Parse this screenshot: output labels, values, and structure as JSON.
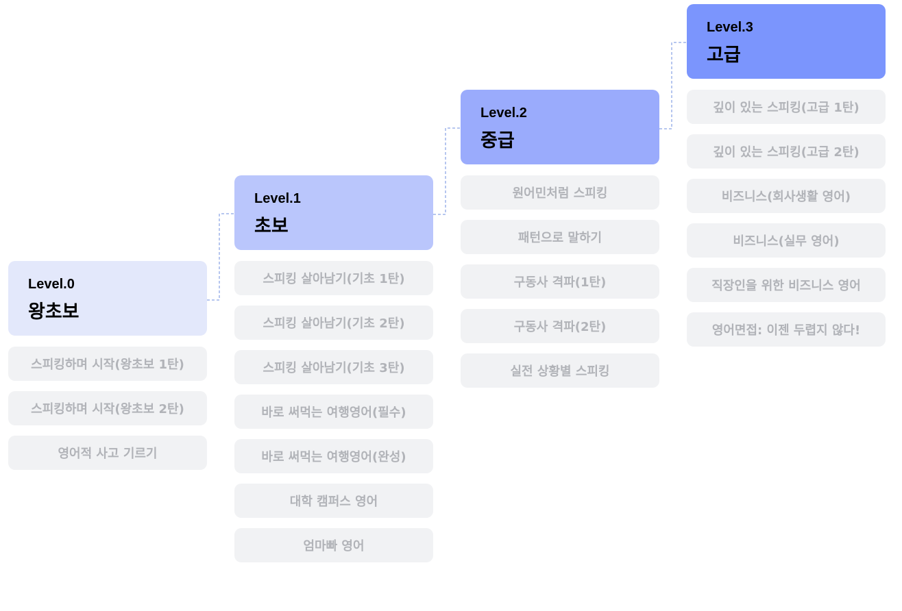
{
  "levels": [
    {
      "label": "Level.0",
      "name": "왕초보",
      "color": "#e3e8fb",
      "courses": [
        "스피킹하며 시작(왕초보 1탄)",
        "스피킹하며 시작(왕초보 2탄)",
        "영어적 사고 기르기"
      ]
    },
    {
      "label": "Level.1",
      "name": "초보",
      "color": "#bac6fc",
      "courses": [
        "스피킹 살아남기(기초 1탄)",
        "스피킹 살아남기(기초 2탄)",
        "스피킹 살아남기(기초 3탄)",
        "바로 써먹는 여행영어(필수)",
        "바로 써먹는 여행영어(완성)",
        "대학 캠퍼스 영어",
        "엄마빠 영어"
      ]
    },
    {
      "label": "Level.2",
      "name": "중급",
      "color": "#9aabfc",
      "courses": [
        "원어민처럼 스피킹",
        "패턴으로 말하기",
        "구동사 격파(1탄)",
        "구동사 격파(2탄)",
        "실전 상황별 스피킹"
      ]
    },
    {
      "label": "Level.3",
      "name": "고급",
      "color": "#7b95fd",
      "courses": [
        "깊이 있는 스피킹(고급 1탄)",
        "깊이 있는 스피킹(고급 2탄)",
        "비즈니스(회사생활 영어)",
        "비즈니스(실무 영어)",
        "직장인을 위한 비즈니스 영어",
        "영어면접: 이젠 두렵지 않다!"
      ]
    }
  ],
  "colors": {
    "course_bg": "#f1f2f4",
    "course_text": "#b1b3b8",
    "connector": "#9eb3ea"
  }
}
